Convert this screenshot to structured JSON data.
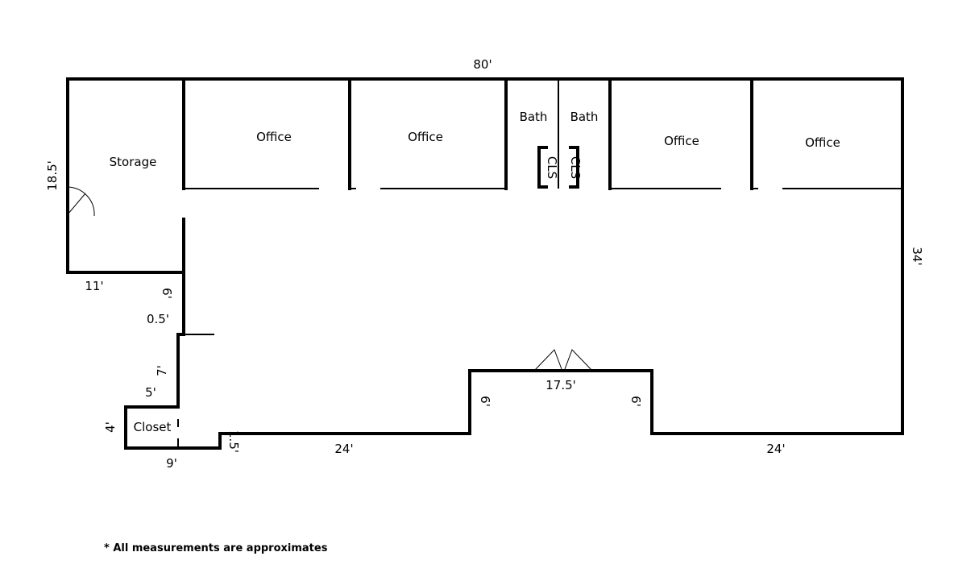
{
  "rooms": {
    "storage": "Storage",
    "office_1": "Office",
    "office_2": "Office",
    "bath_1": "Bath",
    "bath_2": "Bath",
    "cls_1": "CLS",
    "cls_2": "CLS",
    "office_3": "Office",
    "office_4": "Office",
    "closet": "Closet"
  },
  "dimensions": {
    "top_width": "80'",
    "left_height": "18.5'",
    "right_height": "34'",
    "storage_bottom": "11'",
    "step_6_left": "6'",
    "step_0_5": "0.5'",
    "step_7": "7'",
    "closet_top": "5'",
    "closet_height": "4'",
    "closet_bottom": "9'",
    "step_1_5": "1.5'",
    "bottom_left": "24'",
    "alcove_left": "6'",
    "alcove_width": "17.5'",
    "alcove_right": "6'",
    "bottom_right": "24'"
  },
  "footnote": "* All measurements are approximates"
}
